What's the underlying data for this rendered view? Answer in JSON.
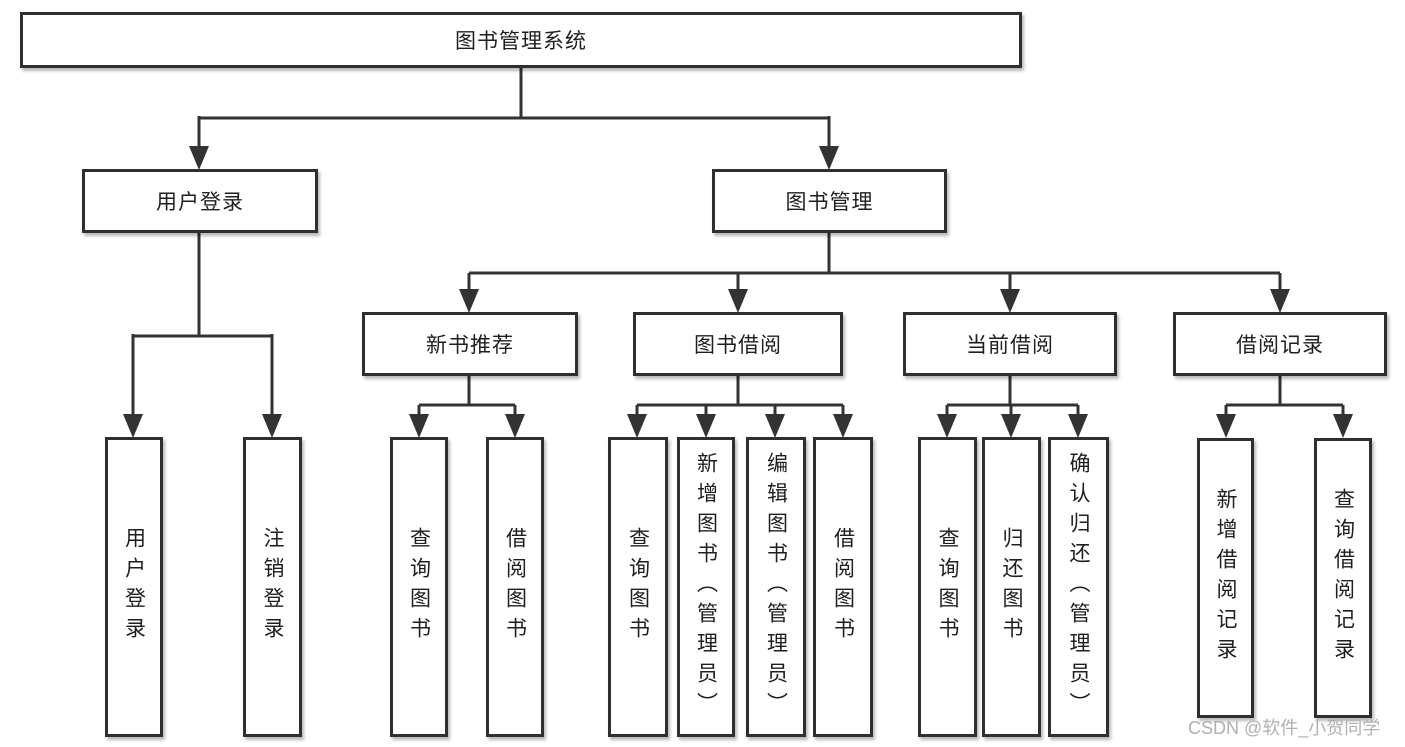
{
  "diagram": {
    "root": {
      "label": "图书管理系统"
    },
    "branches": [
      {
        "label": "用户登录",
        "children": [
          {
            "label": "用户登录"
          },
          {
            "label": "注销登录"
          }
        ]
      },
      {
        "label": "图书管理",
        "children": [
          {
            "label": "新书推荐",
            "children": [
              {
                "label": "查询图书"
              },
              {
                "label": "借阅图书"
              }
            ]
          },
          {
            "label": "图书借阅",
            "children": [
              {
                "label": "查询图书"
              },
              {
                "label": "新增图书（管理员）"
              },
              {
                "label": "编辑图书（管理员）"
              },
              {
                "label": "借阅图书"
              }
            ]
          },
          {
            "label": "当前借阅",
            "children": [
              {
                "label": "查询图书"
              },
              {
                "label": "归还图书"
              },
              {
                "label": "确认归还（管理员）"
              }
            ]
          },
          {
            "label": "借阅记录",
            "children": [
              {
                "label": "新增借阅记录"
              },
              {
                "label": "查询借阅记录"
              }
            ]
          }
        ]
      }
    ]
  },
  "watermark": {
    "text": "CSDN @软件_小贺同学"
  },
  "colors": {
    "line": "#333333",
    "box-border": "#2f2f2f",
    "box-fill": "#ffffff",
    "text": "#1f1f1f",
    "watermark": "#b0b0b0"
  }
}
